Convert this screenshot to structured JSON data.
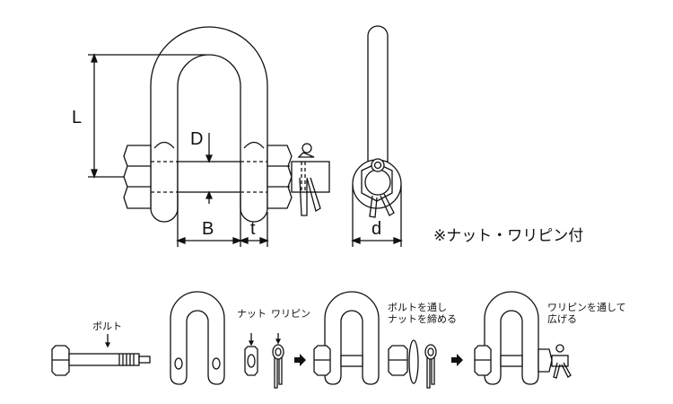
{
  "dimensions": {
    "L": "L",
    "D": "D",
    "B": "B",
    "t": "t",
    "d": "d"
  },
  "note": "※ナット・ワリピン付",
  "assembly": {
    "bolt": "ボルト",
    "nut": "ナット",
    "cotter_pin": "ワリピン",
    "step2_line1": "ボルトを通し",
    "step2_line2": "ナットを締める",
    "step3_line1": "ワリピンを通して",
    "step3_line2": "広げる"
  }
}
